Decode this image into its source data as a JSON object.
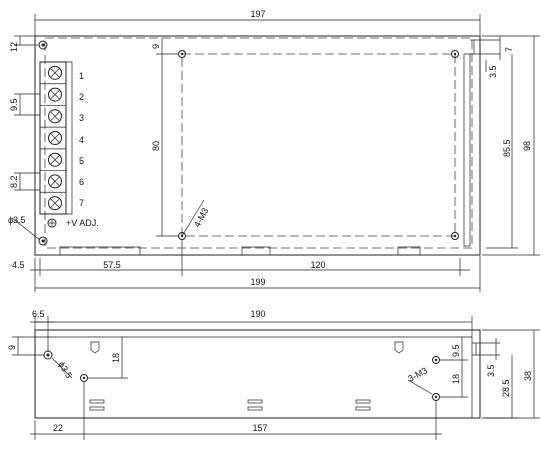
{
  "top_view": {
    "dims": {
      "width_overall": "197",
      "width_base": "199",
      "height_right": "98",
      "height_mount": "85.5",
      "hole_offset_y": "12",
      "terminal_pitch": "9.5",
      "terminal_gap": "8.2",
      "hole_dia": "ϕ3.5",
      "mount_offset_y": "9",
      "mount_height": "80",
      "mount_thread": "4-M3",
      "left_offset": "4.5",
      "seg_a": "57.5",
      "seg_b": "120",
      "slot_w": "7",
      "slot_d": "3.5"
    },
    "terminals": [
      "1",
      "2",
      "3",
      "4",
      "5",
      "6",
      "7"
    ],
    "adj_label": "+V ADJ."
  },
  "side_view": {
    "dims": {
      "length": "190",
      "offset_x": "6.5",
      "offset_y": "9",
      "hole_dia": "ϕ3.5",
      "v18_left": "18",
      "v9_5": "9.5",
      "v18_right": "18",
      "thread": "3-M3",
      "slot_d": "3.5",
      "h28_5": "28.5",
      "h38": "38",
      "bottom_left": "22",
      "bottom_right": "157"
    }
  }
}
